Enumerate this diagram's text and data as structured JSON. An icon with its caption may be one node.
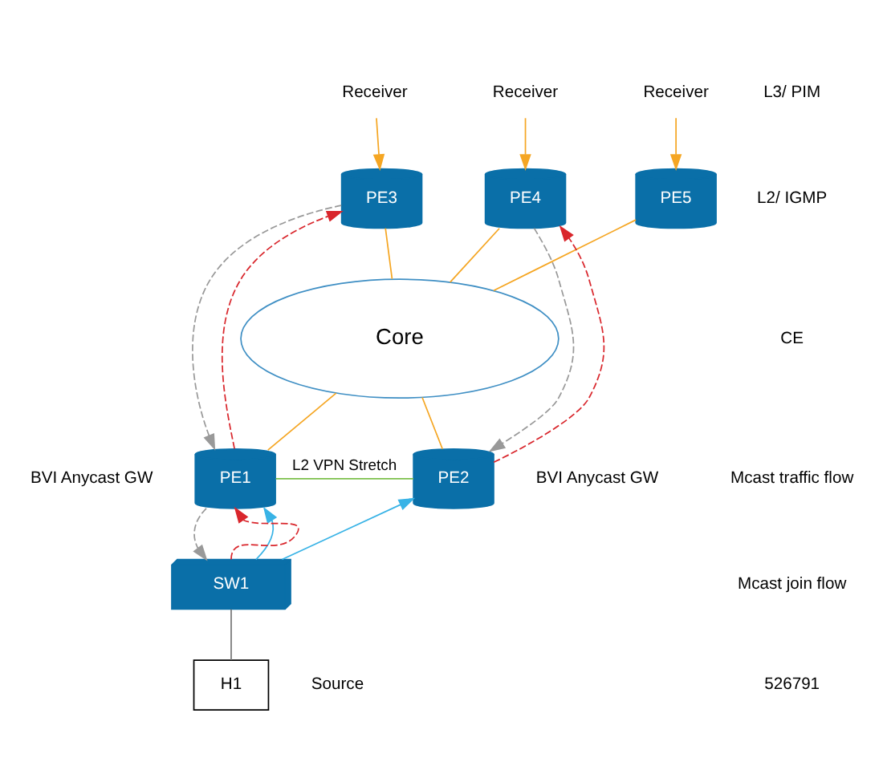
{
  "diagram": {
    "nodes": [
      {
        "text": [
          "Receiver"
        ]
      },
      {
        "text": [
          "Receiver"
        ]
      },
      {
        "text": [
          "Receiver"
        ]
      },
      {
        "text": [
          "PE3"
        ]
      },
      {
        "text": [
          "PE4"
        ]
      },
      {
        "text": [
          "PE5"
        ]
      },
      {
        "text": [
          "Core"
        ]
      },
      {
        "text": [
          "PE1"
        ],
        "beside": [
          "BVI Anycast GW"
        ]
      },
      {
        "text": [
          "PE2"
        ],
        "beside": [
          "BVI Anycast GW"
        ]
      },
      {
        "text": [
          "SW1"
        ]
      },
      {
        "text": [
          "H1"
        ],
        "beside": [
          "Source"
        ]
      }
    ],
    "edges": [
      {
        "from": 0,
        "to": 3,
        "arrow": "to"
      },
      {
        "from": 1,
        "to": 4,
        "arrow": "to"
      },
      {
        "from": 2,
        "to": 5,
        "arrow": "to"
      },
      {
        "from": 3,
        "to": 6,
        "arrow": "none"
      },
      {
        "from": 4,
        "to": 6,
        "arrow": "none"
      },
      {
        "from": 5,
        "to": 6,
        "arrow": "none"
      },
      {
        "from": 6,
        "to": 7,
        "arrow": "none"
      },
      {
        "from": 6,
        "to": 8,
        "arrow": "none"
      },
      {
        "from": 7,
        "to": 8,
        "arrow": "none",
        "label": "L2 VPN Stretch",
        "color": "#7cc04b"
      },
      {
        "from": 3,
        "to": 7,
        "arrow": "to",
        "style": "dashed",
        "color": "#999999"
      },
      {
        "from": 7,
        "to": 3,
        "arrow": "to",
        "style": "dashed",
        "color": "#d9262c"
      },
      {
        "from": 4,
        "to": 8,
        "arrow": "to",
        "style": "dashed",
        "color": "#999999"
      },
      {
        "from": 8,
        "to": 4,
        "arrow": "to",
        "style": "dashed",
        "color": "#d9262c"
      },
      {
        "from": 9,
        "to": 7,
        "arrow": "to",
        "color": "#39b3e6"
      },
      {
        "from": 9,
        "to": 8,
        "arrow": "to",
        "color": "#39b3e6"
      },
      {
        "from": 7,
        "to": 9,
        "arrow": "to",
        "style": "dashed",
        "color": "#999999"
      },
      {
        "from": 9,
        "to": 7,
        "arrow": "to",
        "style": "dashed",
        "color": "#d9262c"
      },
      {
        "from": 9,
        "to": 10,
        "arrow": "none",
        "color": "#777777"
      }
    ],
    "labels": [
      "L3/ PIM",
      "L2/ IGMP",
      "CE",
      "Mcast traffic flow",
      "Mcast join flow",
      "526791"
    ]
  }
}
